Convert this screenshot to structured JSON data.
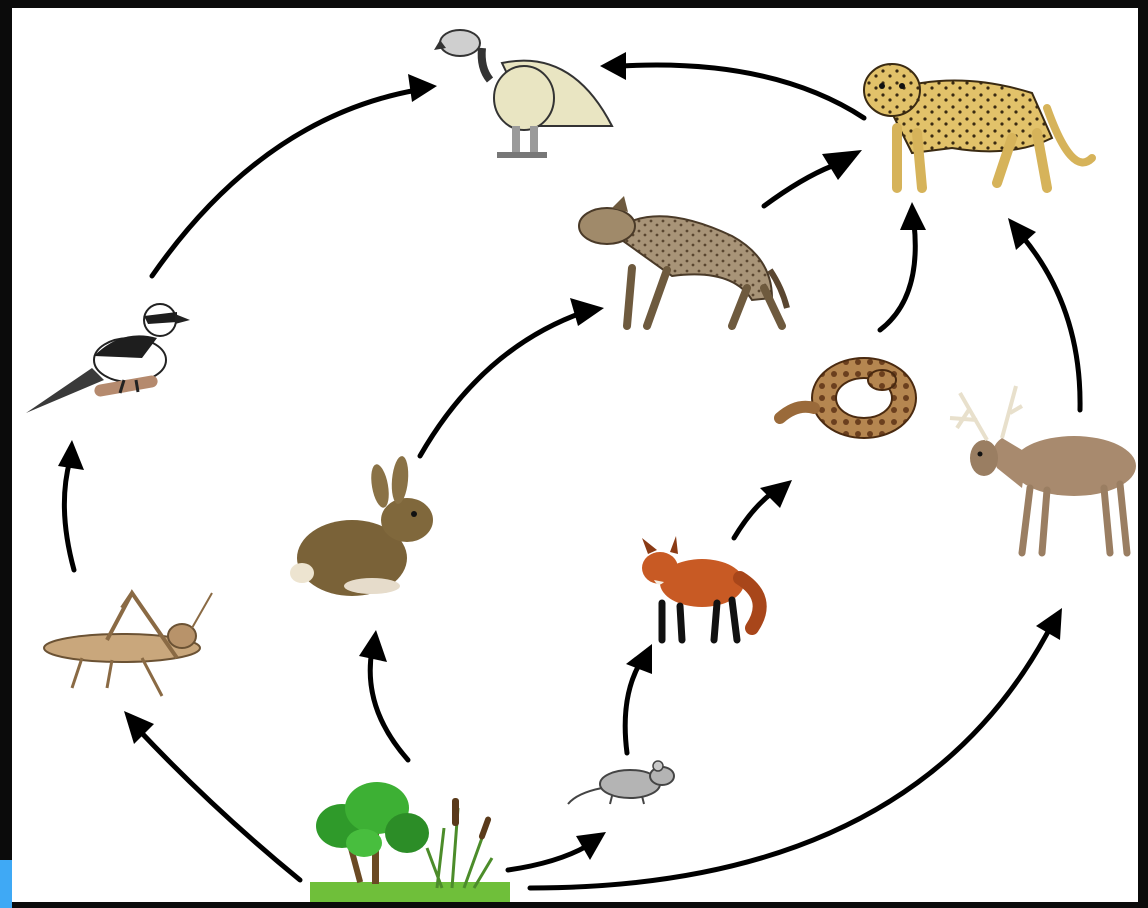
{
  "diagram": {
    "kind": "food-web",
    "frame_color": "#0b0b0b",
    "background": "#ffffff",
    "arrow_color": "#000000",
    "organisms": [
      {
        "id": "plants",
        "icon": "plants-icon",
        "role": "producer"
      },
      {
        "id": "grasshopper",
        "icon": "grasshopper-icon",
        "role": "primary-consumer"
      },
      {
        "id": "rabbit",
        "icon": "rabbit-icon",
        "role": "primary-consumer"
      },
      {
        "id": "mouse",
        "icon": "mouse-icon",
        "role": "primary-consumer"
      },
      {
        "id": "deer",
        "icon": "deer-icon",
        "role": "primary-consumer"
      },
      {
        "id": "bird",
        "icon": "bird-icon",
        "role": "secondary-consumer"
      },
      {
        "id": "fox",
        "icon": "fox-icon",
        "role": "secondary-consumer"
      },
      {
        "id": "snake",
        "icon": "snake-icon",
        "role": "secondary-consumer"
      },
      {
        "id": "hyena",
        "icon": "hyena-icon",
        "role": "tertiary-consumer"
      },
      {
        "id": "leopard",
        "icon": "leopard-icon",
        "role": "apex-predator"
      },
      {
        "id": "vulture",
        "icon": "vulture-icon",
        "role": "scavenger"
      }
    ],
    "links": [
      {
        "from": "plants",
        "to": "grasshopper"
      },
      {
        "from": "plants",
        "to": "rabbit"
      },
      {
        "from": "plants",
        "to": "mouse"
      },
      {
        "from": "plants",
        "to": "deer"
      },
      {
        "from": "grasshopper",
        "to": "bird"
      },
      {
        "from": "bird",
        "to": "vulture"
      },
      {
        "from": "rabbit",
        "to": "hyena"
      },
      {
        "from": "hyena",
        "to": "leopard"
      },
      {
        "from": "mouse",
        "to": "fox"
      },
      {
        "from": "fox",
        "to": "snake"
      },
      {
        "from": "snake",
        "to": "leopard"
      },
      {
        "from": "deer",
        "to": "leopard"
      },
      {
        "from": "leopard",
        "to": "vulture"
      }
    ]
  }
}
